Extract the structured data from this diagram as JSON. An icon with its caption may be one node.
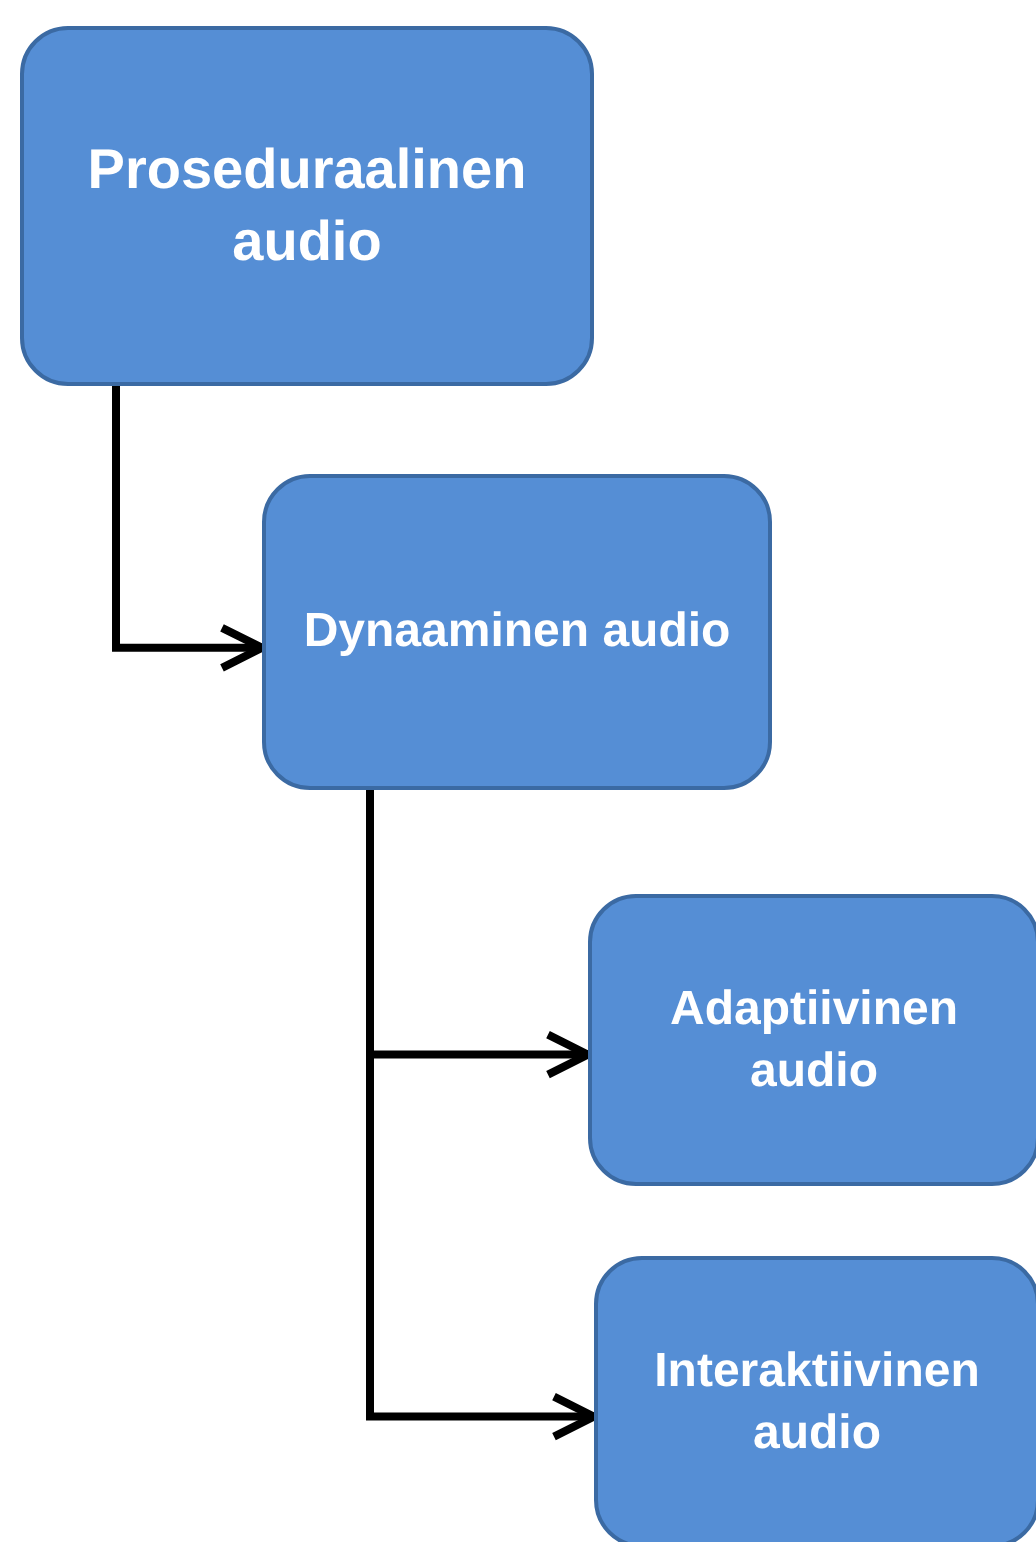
{
  "diagram": {
    "nodes": [
      {
        "text": [
          "Proseduraalinen audio"
        ]
      },
      {
        "text": [
          "Dynaaminen audio"
        ]
      },
      {
        "text": [
          "Adaptiivinen audio"
        ]
      },
      {
        "text": [
          "Interaktiivinen audio"
        ]
      }
    ],
    "edges": [
      {
        "from": 0,
        "to": 1,
        "arrow": "to"
      },
      {
        "from": 1,
        "to": 2,
        "arrow": "to"
      },
      {
        "from": 1,
        "to": 3,
        "arrow": "to"
      }
    ]
  }
}
